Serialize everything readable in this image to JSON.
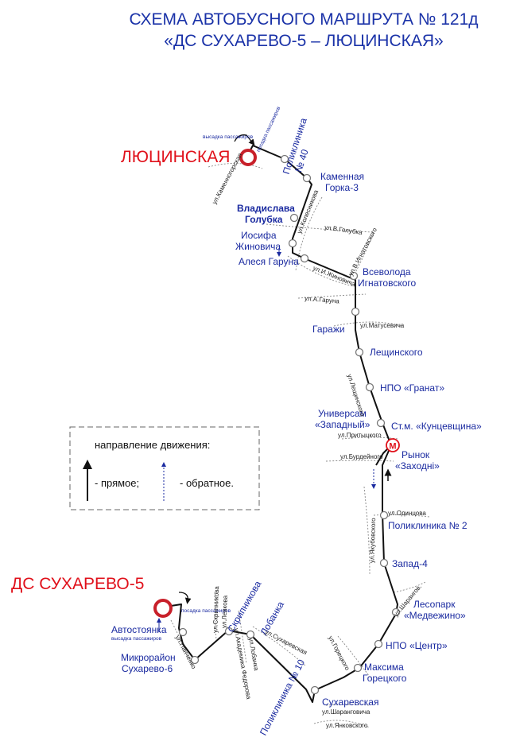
{
  "title_line1": "СХЕМА АВТОБУСНОГО МАРШРУТА № 121д",
  "title_line2": "«ДС СУХАРЕВО-5 – ЛЮЦИНСКАЯ»",
  "terminal_north": "ЛЮЦИНСКАЯ",
  "terminal_south": "ДС СУХАРЕВО-5",
  "metro_symbol": "М",
  "stops": {
    "poliklinika40_a": "Поликлиника",
    "poliklinika40_b": "№ 40",
    "kamennaya_a": "Каменная",
    "kamennaya_b": "Горка-3",
    "vladislava_a": "Владислава",
    "vladislava_b": "Голубка",
    "iosifa_a": "Иосифа",
    "iosifa_b": "Жиновича",
    "alesya": "Алеся Гаруна",
    "vsevoloda_a": "Всеволода",
    "vsevoloda_b": "Игнатовского",
    "garazhi": "Гаражи",
    "leshchinskogo": "Лещинского",
    "npo_granat": "НПО «Гранат»",
    "universam_a": "Универсам",
    "universam_b": "«Западный»",
    "metro": "Ст.м. «Кунцевщина»",
    "rynok_a": "Рынок",
    "rynok_b": "«Заходні»",
    "poliklinika2": "Поликлиника № 2",
    "zapad4": "Запад-4",
    "lesopark_a": "Лесопарк",
    "lesopark_b": "«Медвежино»",
    "npo_centr": "НПО «Центр»",
    "maksima_a": "Максима",
    "maksima_b": "Горецкого",
    "sukharevskaya": "Сухаревская",
    "poliklinika10": "Поликлиника № 10",
    "lobanka": "Лобанка",
    "skripnikova": "Скрипникова",
    "avtostoyanka": "Автостоянка",
    "mikrorayon_a": "Микрорайон",
    "mikrorayon_b": "Сухарево-6"
  },
  "notes": {
    "vysadka_north": "высадка пассажиров",
    "posadka_north": "посадка пассажиров",
    "posadka_south": "посадка пассажиров",
    "vysadka_south": "высадка пассажиров"
  },
  "streets": {
    "kamennogorskaya": "ул.Каменногорская",
    "kolesnikova": "ул.Колесникова",
    "v_golubka": "ул.В.Голубка",
    "v_ignatovskogo": "ул.В.Игнатовского",
    "i_zhinovicha": "ул.И.Жиновича",
    "a_garuna": "ул.А.Гаруна",
    "matusevicha": "ул.Матусевича",
    "leshchinskogo": "ул.Лещинского",
    "pritytskogo": "ул.Притыцкого",
    "burdeynogo": "ул.Бурдейного",
    "odintsova": "ул.Одинцова",
    "yakubovskogo": "ул.Якубовского",
    "sharangovicha_e": "ул.Шарангов.",
    "goretskogo": "ул.Горецкого",
    "sukharevskaya": "ул.Сухаревская",
    "sharangovicha_s": "ул.Шаранговича",
    "yankovskogo": "ул.Янковского",
    "lobanka": "ул.Лобанка",
    "akademika_fedorova": "ул.Академика Федорова",
    "skripnikova": "ул.Скрипникова",
    "levkova": "ул.Левкова",
    "panchenko": "ул.Панченко"
  },
  "legend": {
    "heading": "направление движения:",
    "forward": "- прямое;",
    "reverse": "- обратное."
  }
}
